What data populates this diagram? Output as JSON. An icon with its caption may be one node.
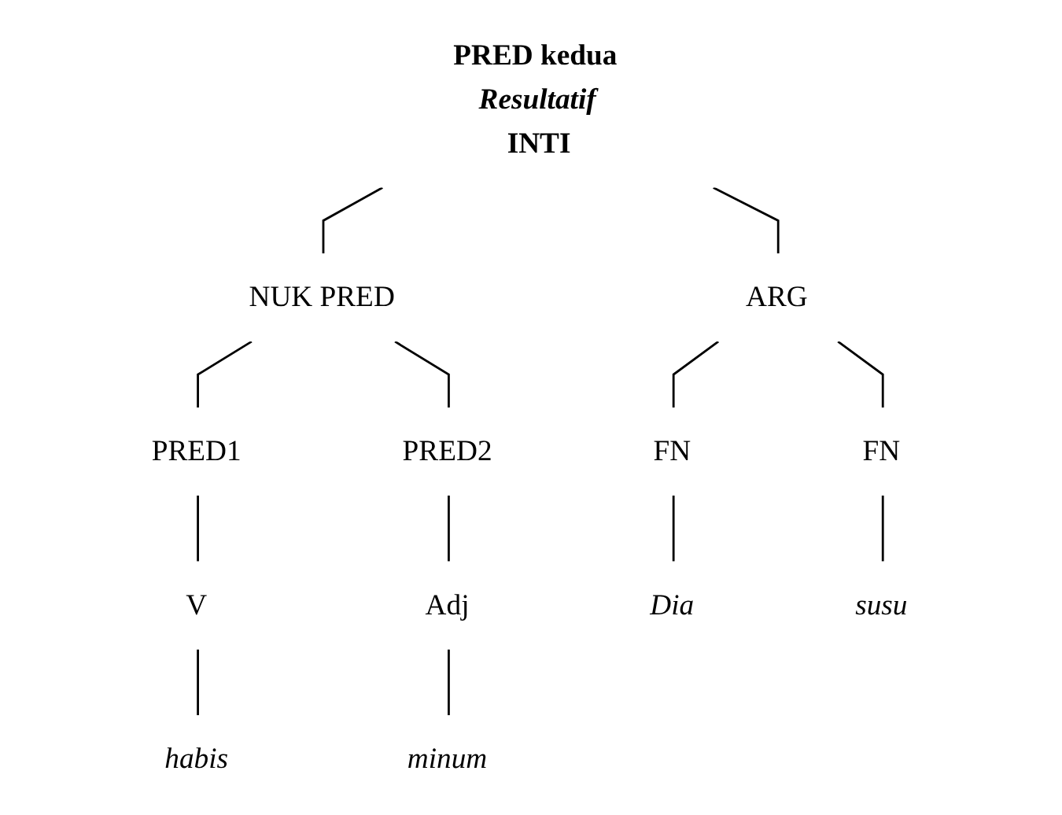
{
  "diagram": {
    "nodes": [
      {
        "text": [
          "PRED kedua *Resultatif*",
          "INTI"
        ]
      },
      {
        "text": [
          "ARG"
        ]
      },
      {
        "text": [
          "NUK PRED"
        ]
      },
      {
        "text": [
          "FN"
        ]
      },
      {
        "text": [
          "FN"
        ]
      },
      {
        "text": [
          "PRED1"
        ]
      },
      {
        "text": [
          "PRED2"
        ]
      },
      {
        "text": [
          "V"
        ]
      },
      {
        "text": [
          "Adj"
        ]
      },
      {
        "text": [
          "Dia"
        ]
      },
      {
        "text": [
          "susu"
        ]
      },
      {
        "text": [
          "habis"
        ]
      },
      {
        "text": [
          "minum"
        ]
      }
    ],
    "edges": [
      {
        "from": 0,
        "to": 1,
        "arrow": "none"
      },
      {
        "from": 0,
        "to": 2,
        "arrow": "none"
      },
      {
        "from": 1,
        "to": 3,
        "arrow": "none"
      },
      {
        "from": 1,
        "to": 4,
        "arrow": "none"
      },
      {
        "from": 2,
        "to": 5,
        "arrow": "none"
      },
      {
        "from": 2,
        "to": 6,
        "arrow": "none"
      },
      {
        "from": 3,
        "to": 9,
        "arrow": "none"
      },
      {
        "from": 4,
        "to": 10,
        "arrow": "none"
      },
      {
        "from": 5,
        "to": 7,
        "arrow": "none"
      },
      {
        "from": 6,
        "to": 8,
        "arrow": "none"
      },
      {
        "from": 7,
        "to": 11,
        "arrow": "none"
      },
      {
        "from": 8,
        "to": 12,
        "arrow": "none"
      }
    ]
  }
}
